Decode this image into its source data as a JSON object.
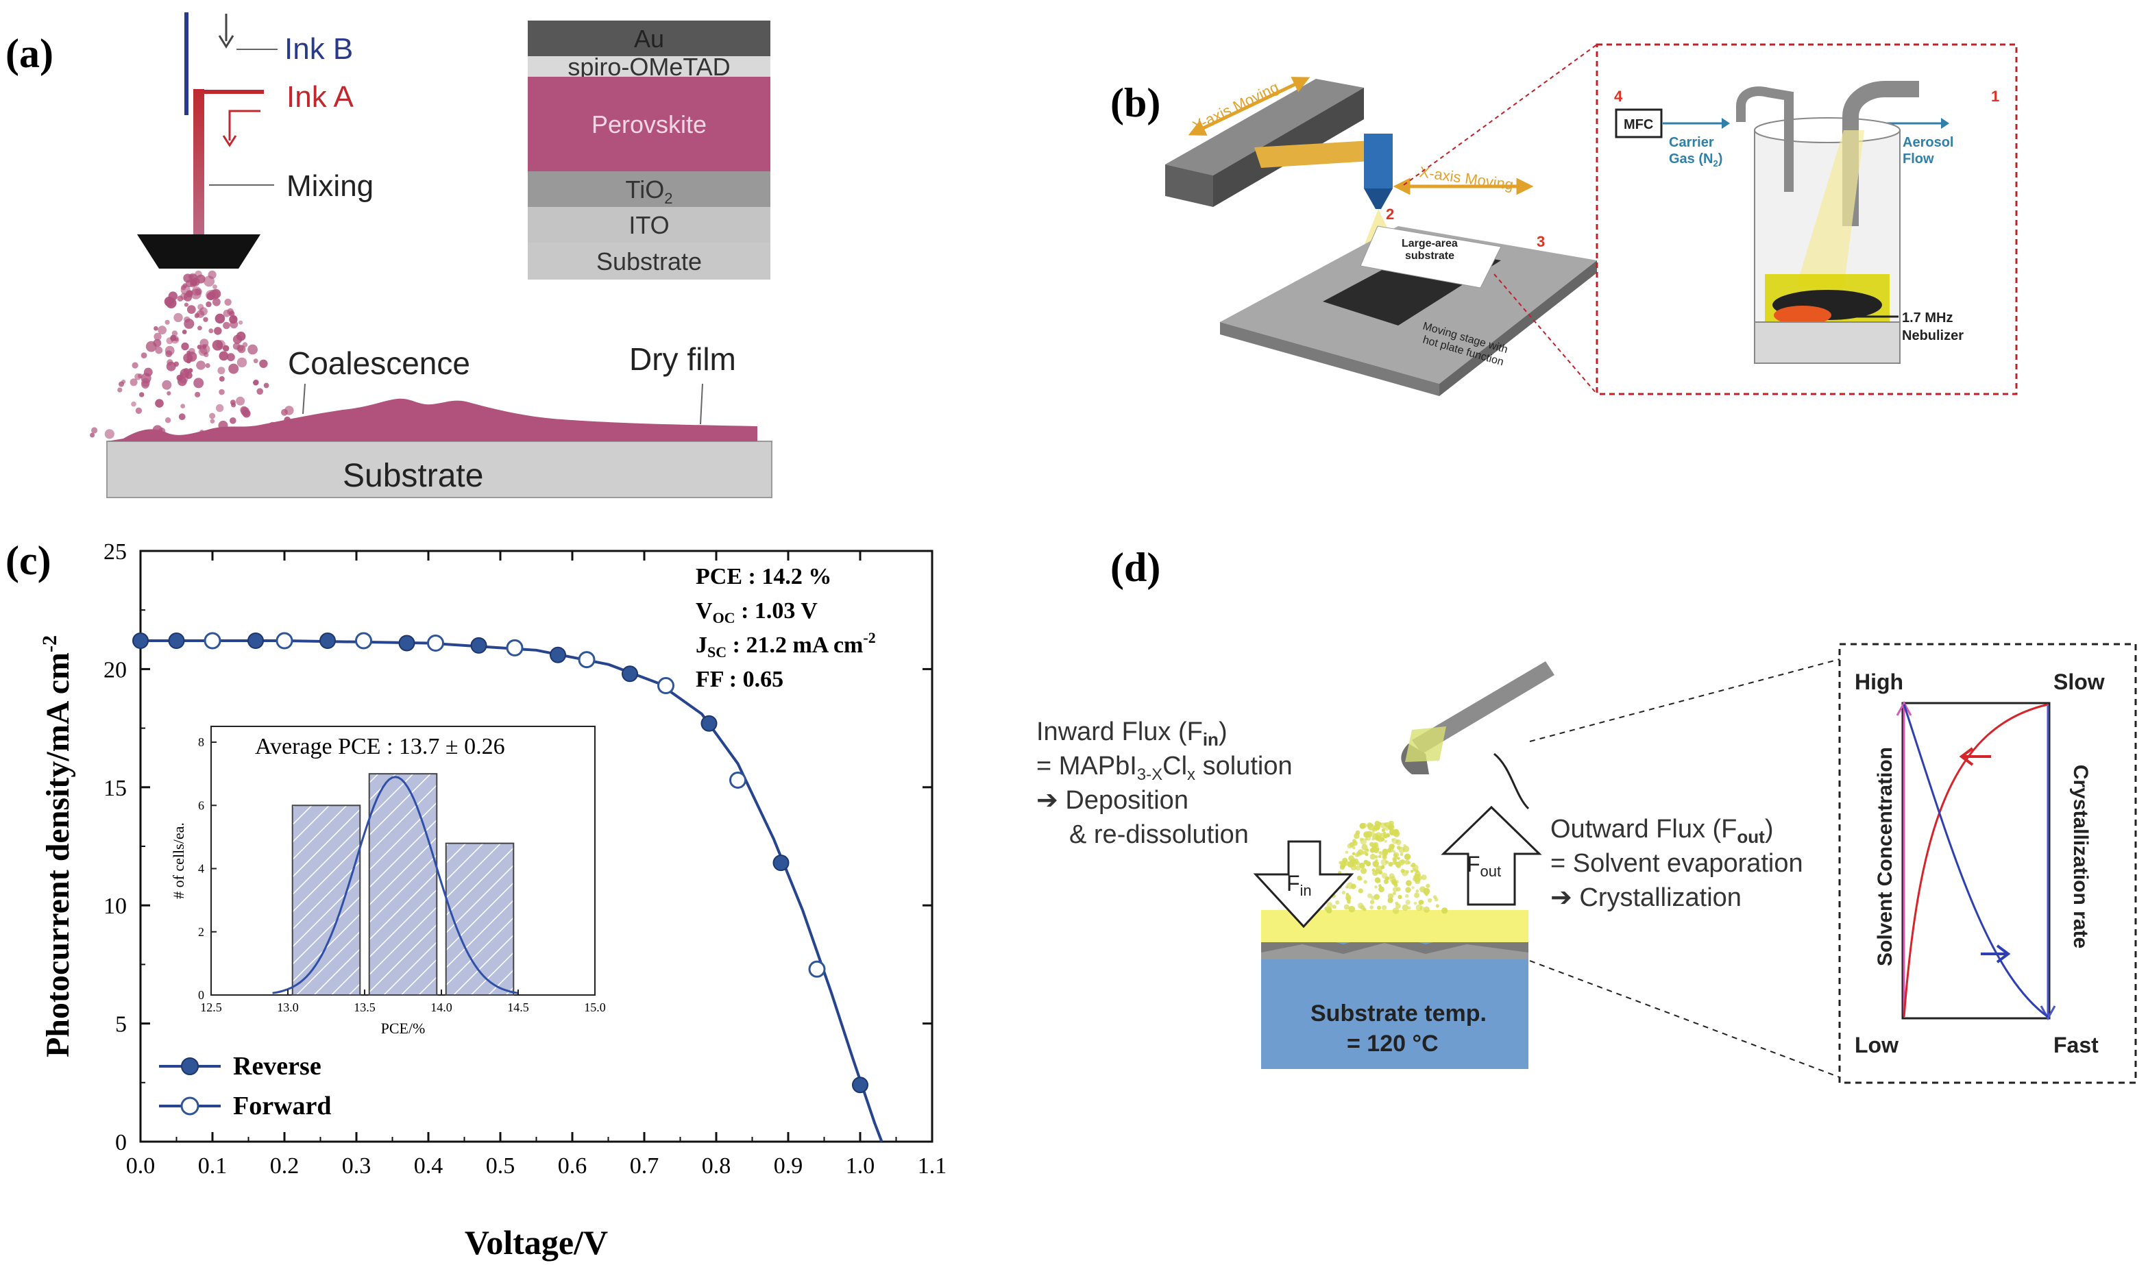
{
  "panel_a": {
    "label": "(a)",
    "ink_b": "Ink B",
    "ink_a": "Ink A",
    "mixing": "Mixing",
    "coalescence": "Coalescence",
    "dry_film": "Dry film",
    "substrate": "Substrate",
    "stack": [
      "Au",
      "spiro-OMeTAD",
      "Perovskite",
      "TiO",
      "ITO",
      "Substrate"
    ],
    "stack_sub": "2",
    "stack_colors": [
      "#575757",
      "#d9d9d9",
      "#b0527c",
      "#999999",
      "#c4c4c4",
      "#c8c8c8"
    ]
  },
  "panel_b": {
    "label": "(b)",
    "y_axis": "Y-axis Moving",
    "x_axis": "X-axis Moving",
    "num_1": "1",
    "num_2": "2",
    "num_3": "3",
    "num_4": "4",
    "mfc": "MFC",
    "carrier_1": "Carrier",
    "carrier_2": "Gas (N",
    "carrier_sub": "2",
    "carrier_end": ")",
    "aerosol_1": "Aerosol",
    "aerosol_2": "Flow",
    "large_area_1": "Large-area",
    "large_area_2": "substrate",
    "stage_1": "Moving stage with",
    "stage_2": "hot plate function",
    "freq": "1.7 MHz",
    "nebulizer": "Nebulizer"
  },
  "panel_c": {
    "label": "(c)",
    "pce": "PCE : 14.2 %",
    "voc_main": "V",
    "voc_sub": "OC",
    "voc_val": " : 1.03 V",
    "jsc_main": "J",
    "jsc_sub": "SC",
    "jsc_val": " : 21.2 mA cm",
    "jsc_sup": "-2",
    "ff": "FF : 0.65",
    "inset_title": "Average PCE : 13.7  ± 0.26",
    "inset_ylabel": "# of cells/ea.",
    "inset_xlabel": "PCE/%",
    "inset_xticks": [
      "12.5",
      "13.0",
      "13.5",
      "14.0",
      "14.5",
      "15.0"
    ],
    "inset_yticks": [
      "0",
      "2",
      "4",
      "6",
      "8"
    ]
  },
  "chart_data": {
    "type": "scatter",
    "xlabel": "Voltage/V",
    "ylabel": "Photocurrent density/mA cm",
    "ylabel_sup": "-2",
    "xlim": [
      0.0,
      1.1
    ],
    "ylim": [
      0,
      25
    ],
    "x_ticks": [
      "0.0",
      "0.1",
      "0.2",
      "0.3",
      "0.4",
      "0.5",
      "0.6",
      "0.7",
      "0.8",
      "0.9",
      "1.0",
      "1.1"
    ],
    "y_ticks": [
      "0",
      "5",
      "10",
      "15",
      "20",
      "25"
    ],
    "series": [
      {
        "name": "Reverse",
        "x": [
          0.0,
          0.05,
          0.16,
          0.26,
          0.37,
          0.47,
          0.58,
          0.68,
          0.79,
          0.89,
          1.0
        ],
        "y": [
          21.2,
          21.2,
          21.2,
          21.2,
          21.1,
          21.0,
          20.6,
          19.8,
          17.7,
          11.8,
          2.4
        ]
      },
      {
        "name": "Forward",
        "x": [
          0.1,
          0.2,
          0.31,
          0.41,
          0.52,
          0.62,
          0.73,
          0.83,
          0.94
        ],
        "y": [
          21.2,
          21.2,
          21.2,
          21.1,
          20.9,
          20.4,
          19.3,
          15.3,
          7.3
        ]
      }
    ],
    "curve": {
      "x": [
        0.0,
        0.2,
        0.4,
        0.55,
        0.65,
        0.72,
        0.78,
        0.83,
        0.88,
        0.92,
        0.96,
        0.99,
        1.01,
        1.02,
        1.03
      ],
      "y": [
        21.2,
        21.2,
        21.1,
        20.8,
        20.2,
        19.4,
        18.1,
        16.0,
        12.8,
        9.8,
        6.3,
        3.5,
        1.7,
        0.8,
        0.0
      ]
    },
    "inset": {
      "type": "bar",
      "bins": [
        13.25,
        13.75,
        14.25
      ],
      "bin_width": 0.5,
      "counts": [
        6,
        7,
        4.8
      ],
      "xlim": [
        12.5,
        15.0
      ],
      "ylim": [
        0,
        8.5
      ],
      "fit": {
        "mean": 13.7,
        "sd": 0.26,
        "peak": 6.9
      }
    }
  },
  "panel_d": {
    "label": "(d)",
    "inward_1": "Inward Flux (F",
    "inward_sub": "in",
    "inward_end": ")",
    "inward_2a": "= MAPbI",
    "inward_2b": "3-X",
    "inward_2c": "Cl",
    "inward_2d": "x",
    "inward_2e": " solution",
    "inward_3": "➔ Deposition",
    "inward_4": "& re-dissolution",
    "outward_1": "Outward Flux (F",
    "outward_sub": "out",
    "outward_end": ")",
    "outward_2": "= Solvent evaporation",
    "outward_3": "➔ Crystallization",
    "f_in": "F",
    "f_in_sub": "in",
    "f_out": "F",
    "f_out_sub": "out",
    "substrate_temp": "Substrate temp.",
    "temp_val": "= 120 °C",
    "high": "High",
    "low": "Low",
    "slow": "Slow",
    "fast": "Fast",
    "solvent": "Solvent Concentration",
    "cryst": "Crystallization rate"
  },
  "colors": {
    "ink_b": "#2a3a8a",
    "ink_a": "#c0282e",
    "perovskite": "#b0527c",
    "curve": "#27448f",
    "marker": "#2f5597",
    "hist": "#b8bfdc",
    "film_yellow": "#f4f27a",
    "substrate_blue": "#6f9dcf",
    "red_curve": "#d6242b",
    "blue_curve": "#2e3fb1",
    "pink_arrow": "#d85ab4"
  }
}
